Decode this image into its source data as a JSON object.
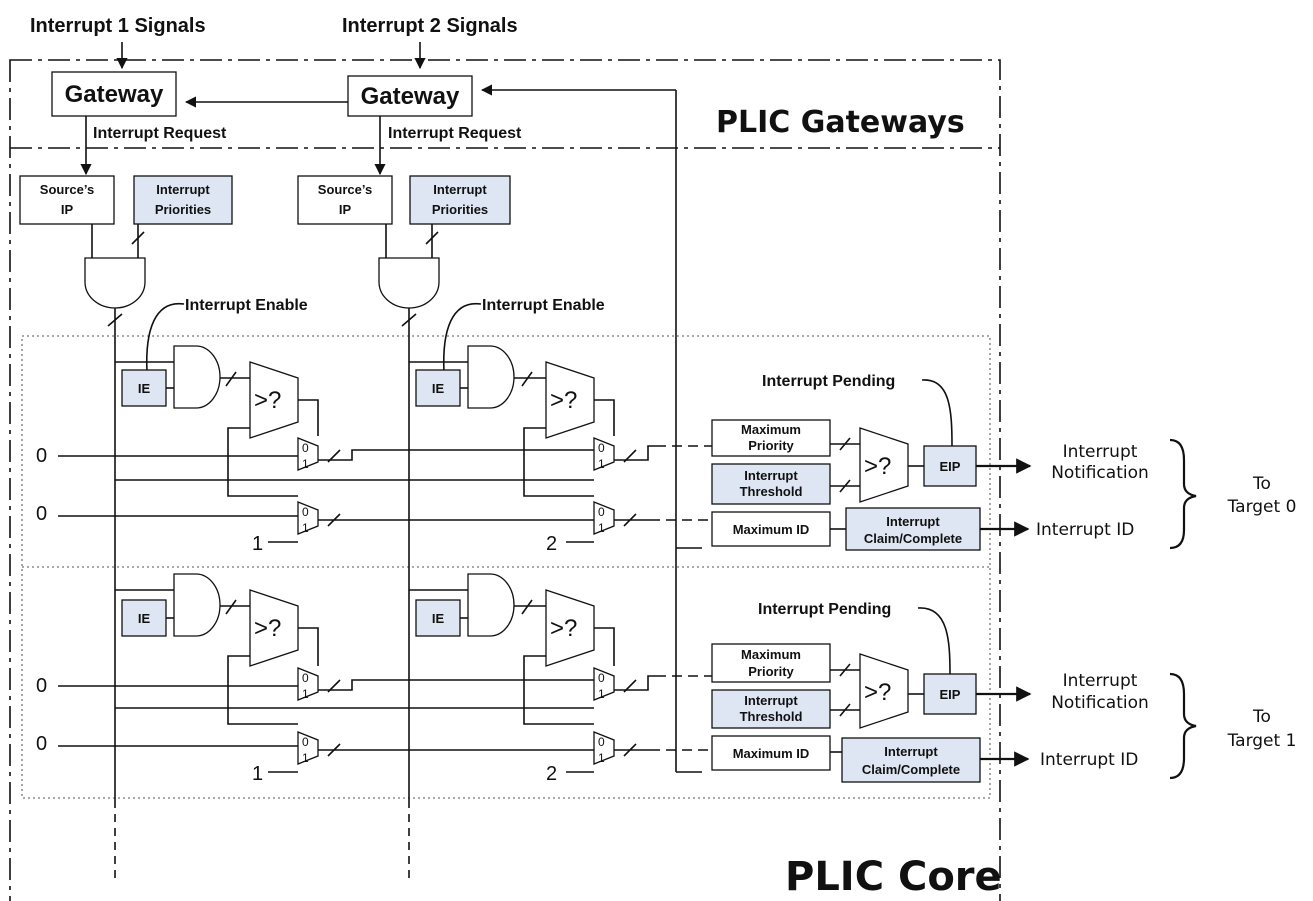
{
  "signals": {
    "int1": "Interrupt 1 Signals",
    "int2": "Interrupt 2 Signals"
  },
  "sections": {
    "gateways": "PLIC Gateways",
    "core": "PLIC Core"
  },
  "gateway": {
    "label": "Gateway",
    "request": "Interrupt Request"
  },
  "source_ip": {
    "line1": "Source’s",
    "line2": "IP"
  },
  "priorities": {
    "line1": "Interrupt",
    "line2": "Priorities"
  },
  "interrupt_enable": "Interrupt Enable",
  "ie": "IE",
  "compare": ">?",
  "mux": {
    "zero": "0",
    "one": "1"
  },
  "constants": {
    "zero": "0",
    "source1": "1",
    "source2": "2"
  },
  "target": {
    "pending": "Interrupt Pending",
    "max_priority": {
      "line1": "Maximum",
      "line2": "Priority"
    },
    "threshold": {
      "line1": "Interrupt",
      "line2": "Threshold"
    },
    "max_id": "Maximum ID",
    "claim": {
      "line1": "Interrupt",
      "line2": "Claim/Complete"
    },
    "eip": "EIP",
    "notification": {
      "line1": "Interrupt",
      "line2": "Notification"
    },
    "interrupt_id": "Interrupt ID"
  },
  "targets": [
    {
      "line1": "To",
      "line2": "Target 0"
    },
    {
      "line1": "To",
      "line2": "Target 1"
    }
  ]
}
